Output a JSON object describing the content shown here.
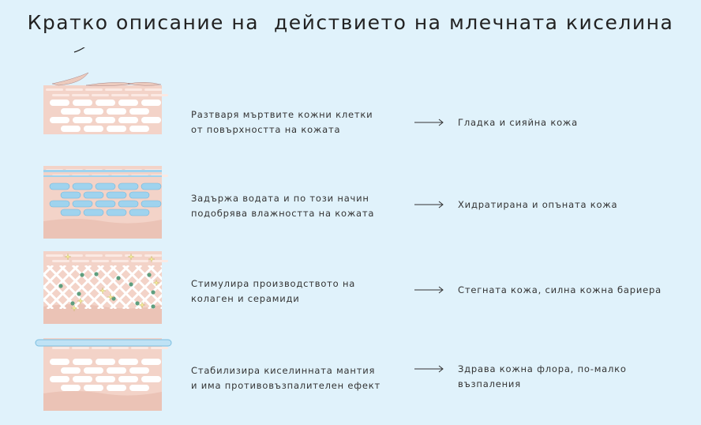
{
  "title": "Кратко описание на  действието на млечната киселина",
  "rows": [
    {
      "type": "peel",
      "description": [
        "Разтваря мъртвите кожни клетки",
        "от повърхността на кожата"
      ],
      "result": [
        "Гладка и сияйна кожа"
      ]
    },
    {
      "type": "water",
      "description": [
        "Задържа водата и по този начин",
        "подобрява влажността на кожата"
      ],
      "result": [
        "Хидратирана и опъната кожа"
      ]
    },
    {
      "type": "collagen",
      "description": [
        "Стимулира производството на",
        "колаген и серамиди"
      ],
      "result": [
        "Стегната кожа, силна кожна бариера"
      ]
    },
    {
      "type": "film",
      "description": [
        "Стабилизира киселинната мантия",
        "и има противовъзпалителен ефект"
      ],
      "result": [
        "Здрава кожна флора, по-малко",
        "възпаления"
      ]
    }
  ],
  "colors": {
    "background": "#e0f2fb",
    "skin": "#f3d3c8",
    "skin_dark": "#ebc3b6",
    "cell": "#ffffff",
    "water": "#9fd3ee",
    "green": "#5e9e7e",
    "sparkle": "#f4ec9a"
  }
}
